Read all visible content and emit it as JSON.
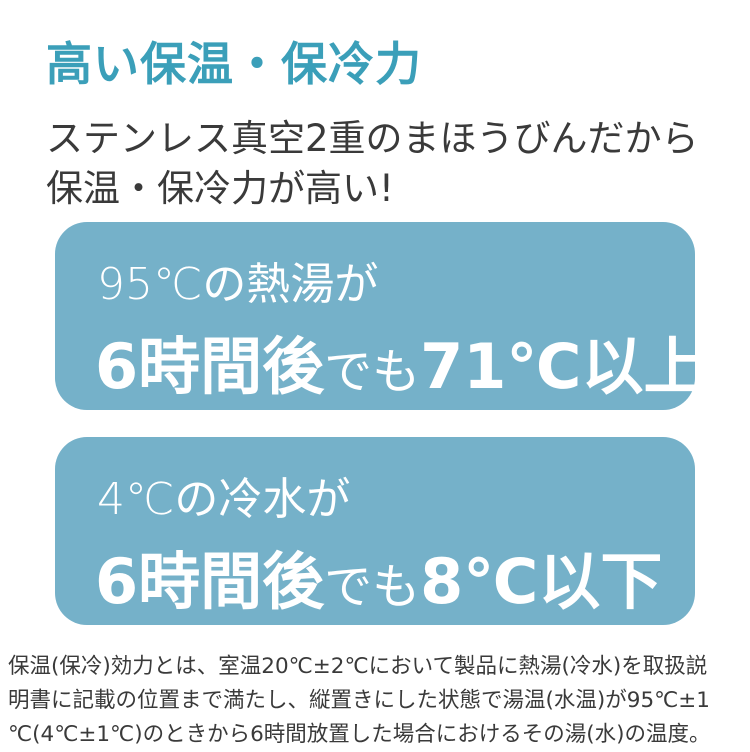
{
  "title": "高い保温・保冷力",
  "subtitle_lines": [
    "ステンレス真空2重のまほうびんだから",
    "保温・保冷力が高い!"
  ],
  "colors": {
    "title": "#3b9fb9",
    "box": "#75b1c9",
    "text": "#3a3a3a"
  },
  "hot_box": {
    "line1": "95℃の熱湯が",
    "line2_a": "6時間後",
    "line2_b": "でも",
    "line2_c": "71℃以上"
  },
  "cold_box": {
    "line1": "4℃の冷水が",
    "line2_a": "6時間後",
    "line2_b": "でも",
    "line2_c": "8℃以下"
  },
  "footnote_lines": [
    "保温(保冷)効力とは、室温20℃±2℃において製品に熱湯(冷水)を取扱説",
    "明書に記載の位置まで満たし、縦置きにした状態で湯温(水温)が95℃±1",
    "℃(4℃±1℃)のときから6時間放置した場合におけるその湯(水)の温度。"
  ]
}
